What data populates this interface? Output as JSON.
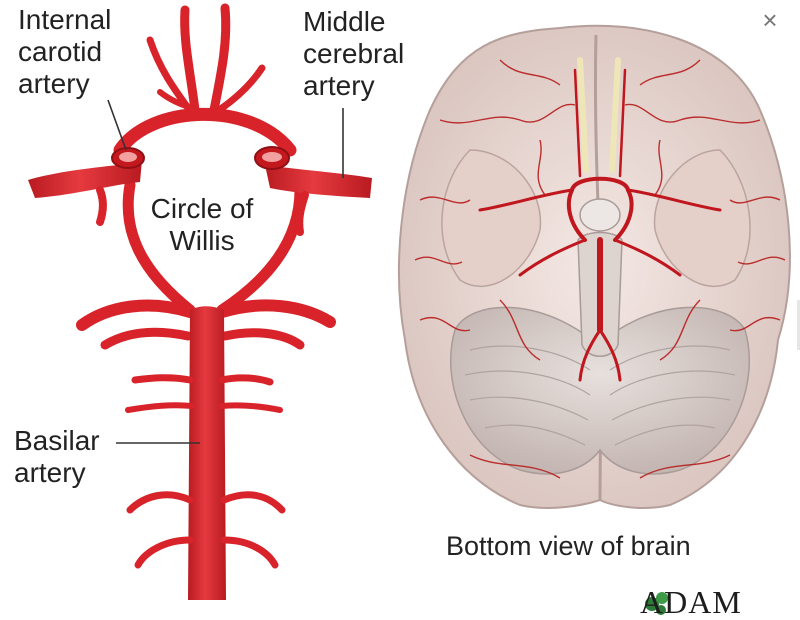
{
  "labels": {
    "internal_carotid": "Internal\ncarotid\nartery",
    "middle_cerebral": "Middle\ncerebral\nartery",
    "circle_of_willis": "Circle of\nWillis",
    "basilar": "Basilar\nartery",
    "bottom_view": "Bottom view of brain"
  },
  "logo": {
    "text": "ADAM",
    "leaf": "☘"
  },
  "icons": {
    "close": "×"
  },
  "colors": {
    "artery": "#d8232a",
    "artery_dark": "#a8181d",
    "artery_light": "#f08a8a",
    "brain": "#ead9d4",
    "brain_shadow": "#c7b2ad",
    "vessel": "#b71c1c",
    "text": "#222222"
  }
}
